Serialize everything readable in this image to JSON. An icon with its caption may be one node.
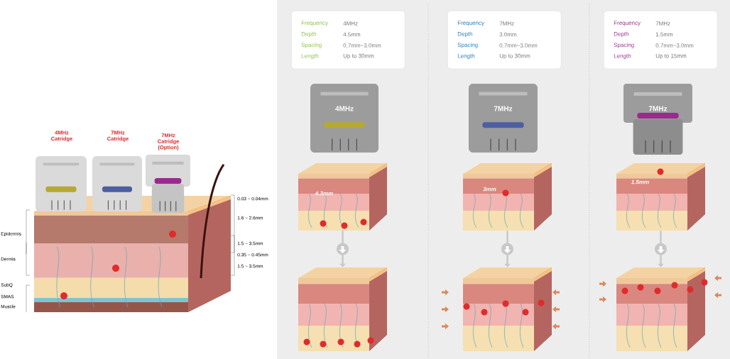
{
  "diagram": {
    "nodes": [
      {
        "text": [
          "4MHz Catridge"
        ]
      },
      {
        "text": [
          "7MHz Catridge"
        ]
      },
      {
        "text": [
          "7MHz Catridge (Option)"
        ]
      },
      {
        "text": [],
        "shape": "picture"
      },
      {
        "text": [
          "Frequency",
          "4MHz",
          "Depth",
          "4.5mm",
          "Spacing",
          "0.7mm~3.0mm",
          "Length",
          "Up to 30mm"
        ]
      },
      {
        "text": [
          "4MHz"
        ]
      },
      {
        "text": [
          "4.3mm"
        ]
      },
      {
        "text": [],
        "shape": "picture"
      },
      {
        "text": [
          "Frequency",
          "7MHz",
          "Depth",
          "3.0mm",
          "Spacing",
          "0.7mm~3.0mm",
          "Length",
          "Up to 30mm"
        ]
      },
      {
        "text": [
          "7MHz"
        ]
      },
      {
        "text": [
          "3mm"
        ]
      },
      {
        "text": [],
        "shape": "picture"
      },
      {
        "text": [
          "Frequency",
          "7MHz",
          "Depth",
          "1.5mm",
          "Spacing",
          "0.7mm~3.0mm",
          "Length",
          "Up to 15mm"
        ]
      },
      {
        "text": [
          "7MHz"
        ]
      },
      {
        "text": [
          "1.5mm"
        ]
      },
      {
        "text": [],
        "shape": "picture"
      }
    ],
    "edges": [
      {
        "from": 6,
        "to": 7,
        "arrow": "to"
      },
      {
        "from": 10,
        "to": 11,
        "arrow": "to"
      },
      {
        "from": 14,
        "to": 15,
        "arrow": "to"
      }
    ],
    "labels": [
      "0.03 ~ 0.04mm",
      "1.6 ~ 2.6mm",
      "Epidermis",
      "1.5 ~ 3.5mm",
      "0.35 ~ 0.45mm",
      "Dermis",
      "1.5 ~ 3.5mm",
      "SubQ",
      "SMAS",
      "Muscle"
    ]
  }
}
